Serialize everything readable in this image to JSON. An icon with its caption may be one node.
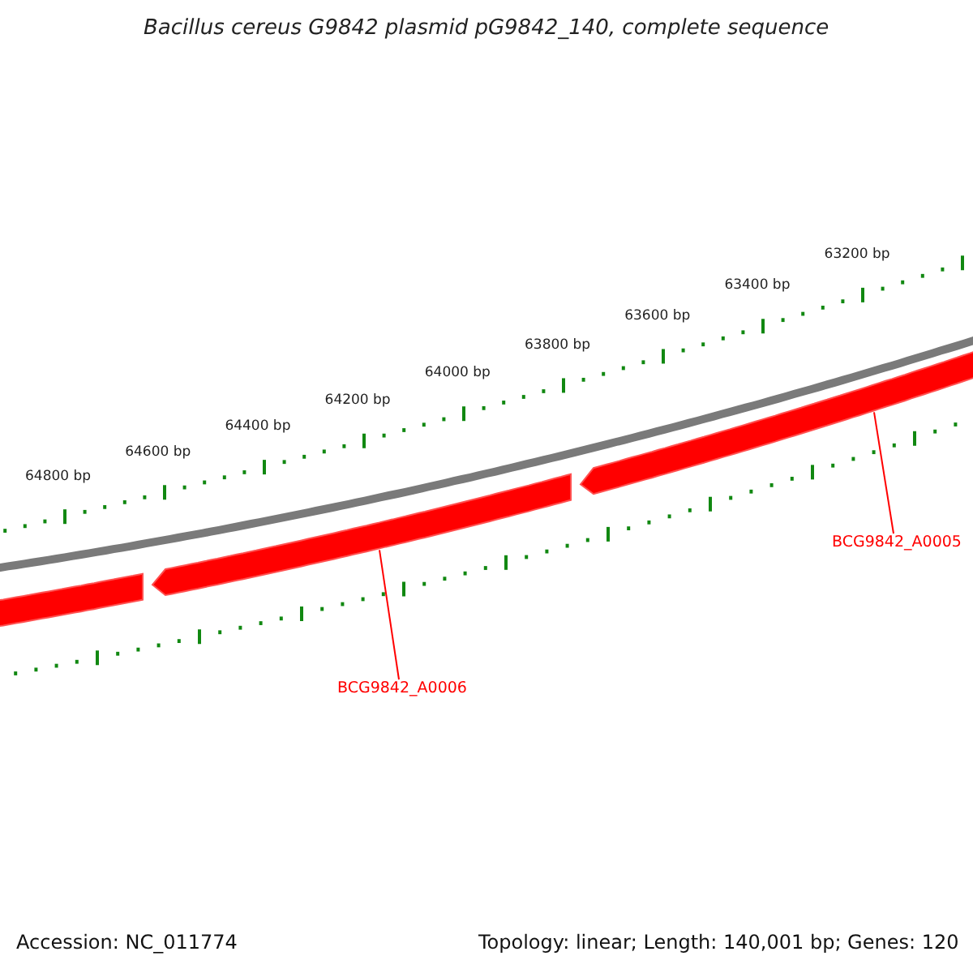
{
  "diagram": {
    "title": "Bacillus cereus G9842 plasmid pG9842_140, complete sequence",
    "nodes": [
      {
        "text": [],
        "shape": "arrow"
      },
      {
        "text": [],
        "shape": "arrow"
      },
      {
        "text": [],
        "shape": "arrow"
      },
      {
        "text": [
          "BCG9842_A0006"
        ]
      },
      {
        "text": [
          "BCG9842_A0005"
        ]
      }
    ],
    "edges": [
      {
        "from": 3,
        "to": 1,
        "arrow": "none"
      },
      {
        "from": 4,
        "to": 2,
        "arrow": "none"
      }
    ],
    "labels": [
      "64800 bp",
      "64600 bp",
      "64400 bp",
      "64200 bp",
      "64000 bp",
      "63800 bp",
      "63600 bp",
      "63400 bp",
      "63200 bp",
      "Accession: NC_011774",
      "Topology: linear; Length: 140,001 bp; Genes: 120"
    ]
  }
}
